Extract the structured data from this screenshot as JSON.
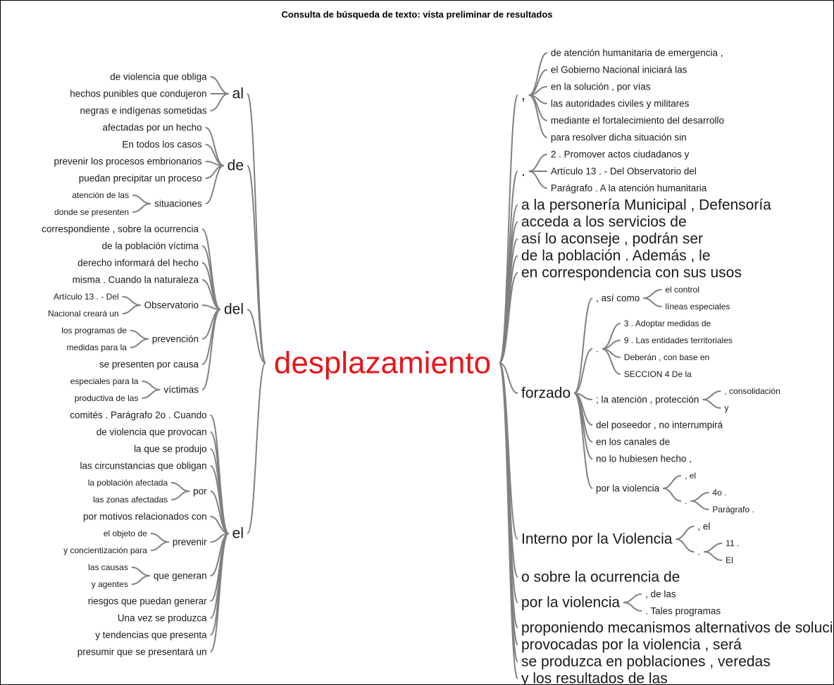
{
  "title": "Consulta de búsqueda de texto: vista preliminar de resultados",
  "root": {
    "label": "desplazamiento",
    "color": "#e8141b",
    "left": [
      {
        "label": "al",
        "children": [
          {
            "label": "de violencia que obliga"
          },
          {
            "label": "hechos punibles que condujeron"
          },
          {
            "label": "negras e indígenas sometidas"
          }
        ]
      },
      {
        "label": "de",
        "children": [
          {
            "label": "afectadas por un hecho"
          },
          {
            "label": "En todos los casos"
          },
          {
            "label": "prevenir los procesos embrionarios"
          },
          {
            "label": "puedan precipitar un proceso"
          },
          {
            "label": "situaciones",
            "children": [
              {
                "label": "atención de las"
              },
              {
                "label": "donde se presenten"
              }
            ]
          }
        ]
      },
      {
        "label": "del",
        "children": [
          {
            "label": "correspondiente , sobre la ocurrencia"
          },
          {
            "label": "de la población víctima"
          },
          {
            "label": "derecho informará del hecho"
          },
          {
            "label": "misma . Cuando la naturaleza"
          },
          {
            "label": "Observatorio",
            "children": [
              {
                "label": "Artículo 13 . - Del"
              },
              {
                "label": "Nacional creará un"
              }
            ]
          },
          {
            "label": "prevención",
            "children": [
              {
                "label": "los programas de"
              },
              {
                "label": "medidas para la"
              }
            ]
          },
          {
            "label": "se presenten por causa"
          },
          {
            "label": "víctimas",
            "children": [
              {
                "label": "especiales para la"
              },
              {
                "label": "productiva de las"
              }
            ]
          }
        ]
      },
      {
        "label": "el",
        "children": [
          {
            "label": "comités . Parágrafo 2o . Cuando"
          },
          {
            "label": "de violencia que provocan"
          },
          {
            "label": "la que se produjo"
          },
          {
            "label": "las circunstancias que obligan"
          },
          {
            "label": "por",
            "children": [
              {
                "label": "la población afectada"
              },
              {
                "label": "las zonas afectadas"
              }
            ]
          },
          {
            "label": "por motivos relacionados con"
          },
          {
            "label": "prevenir",
            "children": [
              {
                "label": "el objeto de"
              },
              {
                "label": "y concientización para"
              }
            ]
          },
          {
            "label": "que generan",
            "children": [
              {
                "label": "las causas"
              },
              {
                "label": "y agentes"
              }
            ]
          },
          {
            "label": "riesgos que puedan generar"
          },
          {
            "label": "Una vez se produzca"
          },
          {
            "label": "y tendencias que presenta"
          },
          {
            "label": "presumir que se presentará un"
          }
        ]
      }
    ],
    "right": [
      {
        "label": ",",
        "children": [
          {
            "label": "de atención humanitaria de emergencia ,"
          },
          {
            "label": "el Gobierno Nacional iniciará las"
          },
          {
            "label": "en la solución , por vías"
          },
          {
            "label": "las autoridades civiles y militares"
          },
          {
            "label": "mediante el fortalecimiento del desarrollo"
          },
          {
            "label": "para resolver dicha situación sin"
          }
        ]
      },
      {
        "label": ".",
        "children": [
          {
            "label": "2 . Promover actos ciudadanos y"
          },
          {
            "label": "Artículo 13 . - Del Observatorio del"
          },
          {
            "label": "Parágrafo . A la atención humanitaria"
          }
        ]
      },
      {
        "label": "a la personería Municipal , Defensoría"
      },
      {
        "label": "acceda a los servicios de"
      },
      {
        "label": "así lo aconseje , podrán ser"
      },
      {
        "label": "de la población . Además , le"
      },
      {
        "label": "en correspondencia con sus usos"
      },
      {
        "label": "forzado",
        "children": [
          {
            "label": ", así como",
            "children": [
              {
                "label": "el control"
              },
              {
                "label": "líneas especiales"
              }
            ]
          },
          {
            "label": ".",
            "children": [
              {
                "label": "3 . Adoptar medidas de"
              },
              {
                "label": "9 . Las entidades territoriales"
              },
              {
                "label": "Deberán , con base en"
              },
              {
                "label": "SECCION 4 De la"
              }
            ]
          },
          {
            "label": "; la atención , protección",
            "children": [
              {
                "label": ", consolidación"
              },
              {
                "label": "y"
              }
            ]
          },
          {
            "label": "del poseedor , no interrumpirá"
          },
          {
            "label": "en los canales de"
          },
          {
            "label": "no lo hubiesen hecho ,"
          },
          {
            "label": "por la violencia",
            "children": [
              {
                "label": ", el"
              },
              {
                "label": ".",
                "children": [
                  {
                    "label": "4o ."
                  },
                  {
                    "label": "Parágrafo ."
                  }
                ]
              }
            ]
          }
        ]
      },
      {
        "label": "Interno por la Violencia",
        "children": [
          {
            "label": ", el"
          },
          {
            "label": ".",
            "children": [
              {
                "label": "11 ."
              },
              {
                "label": "El"
              }
            ]
          }
        ]
      },
      {
        "label": "o sobre la ocurrencia de"
      },
      {
        "label": "por la violencia",
        "children": [
          {
            "label": ", de las"
          },
          {
            "label": ". Tales programas"
          }
        ]
      },
      {
        "label": "proponiendo mecanismos alternativos de solución"
      },
      {
        "label": "provocadas por la violencia , será"
      },
      {
        "label": "se produzca en poblaciones , veredas"
      },
      {
        "label": "y los resultados de las"
      }
    ]
  }
}
